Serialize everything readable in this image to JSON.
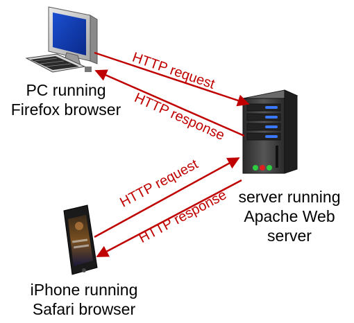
{
  "nodes": {
    "pc": {
      "line1": "PC running",
      "line2": "Firefox browser"
    },
    "server": {
      "line1": "server running",
      "line2": "Apache Web",
      "line3": "server"
    },
    "iphone": {
      "line1": "iPhone running",
      "line2": "Safari browser"
    }
  },
  "edges": {
    "pc_request": "HTTP request",
    "pc_response": "HTTP response",
    "iphone_request": "HTTP request",
    "iphone_response": "HTTP response"
  },
  "colors": {
    "arrow": "#c00000",
    "server_body": "#3a3a3a",
    "led_blue": "#3a78ff",
    "led_green": "#2ecc40",
    "led_red": "#e02020"
  },
  "icons": [
    "desktop-pc-icon",
    "server-tower-icon",
    "iphone-icon"
  ]
}
